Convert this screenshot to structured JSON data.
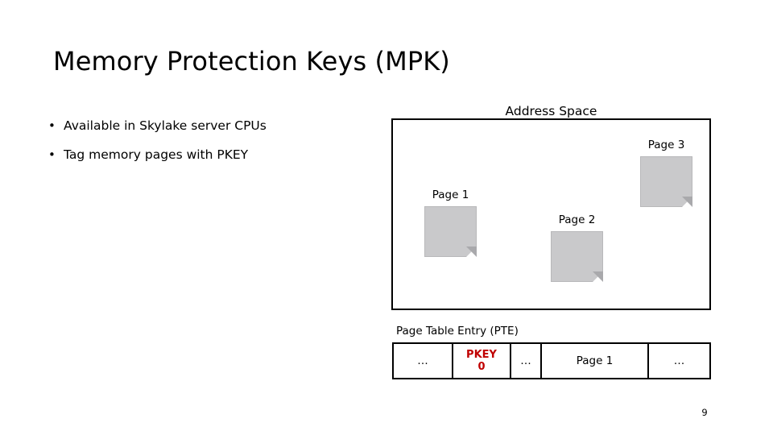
{
  "slide": {
    "title": "Memory Protection Keys (MPK)",
    "page_number": "9"
  },
  "bullets": [
    {
      "marker": "•",
      "text": "Available in Skylake server CPUs"
    },
    {
      "marker": "•",
      "text": "Tag memory pages with PKEY"
    }
  ],
  "diagram": {
    "address_space_label": "Address Space",
    "pages": [
      {
        "id": "page-1",
        "caption": "Page 1"
      },
      {
        "id": "page-2",
        "caption": "Page 2"
      },
      {
        "id": "page-3",
        "caption": "Page 3"
      }
    ]
  },
  "pte": {
    "label": "Page Table Entry (PTE)",
    "cells": [
      {
        "text": "…",
        "kind": "ellipsis"
      },
      {
        "text": "PKEY",
        "text2": "0",
        "kind": "pkey"
      },
      {
        "text": "…",
        "kind": "ellipsis"
      },
      {
        "text": "Page 1",
        "kind": "value"
      },
      {
        "text": "…",
        "kind": "ellipsis"
      }
    ]
  },
  "colors": {
    "pkey_red": "#C00000",
    "page_fill": "#C9C9CB",
    "page_fold": "#A9A9AC",
    "outline": "#000000"
  }
}
